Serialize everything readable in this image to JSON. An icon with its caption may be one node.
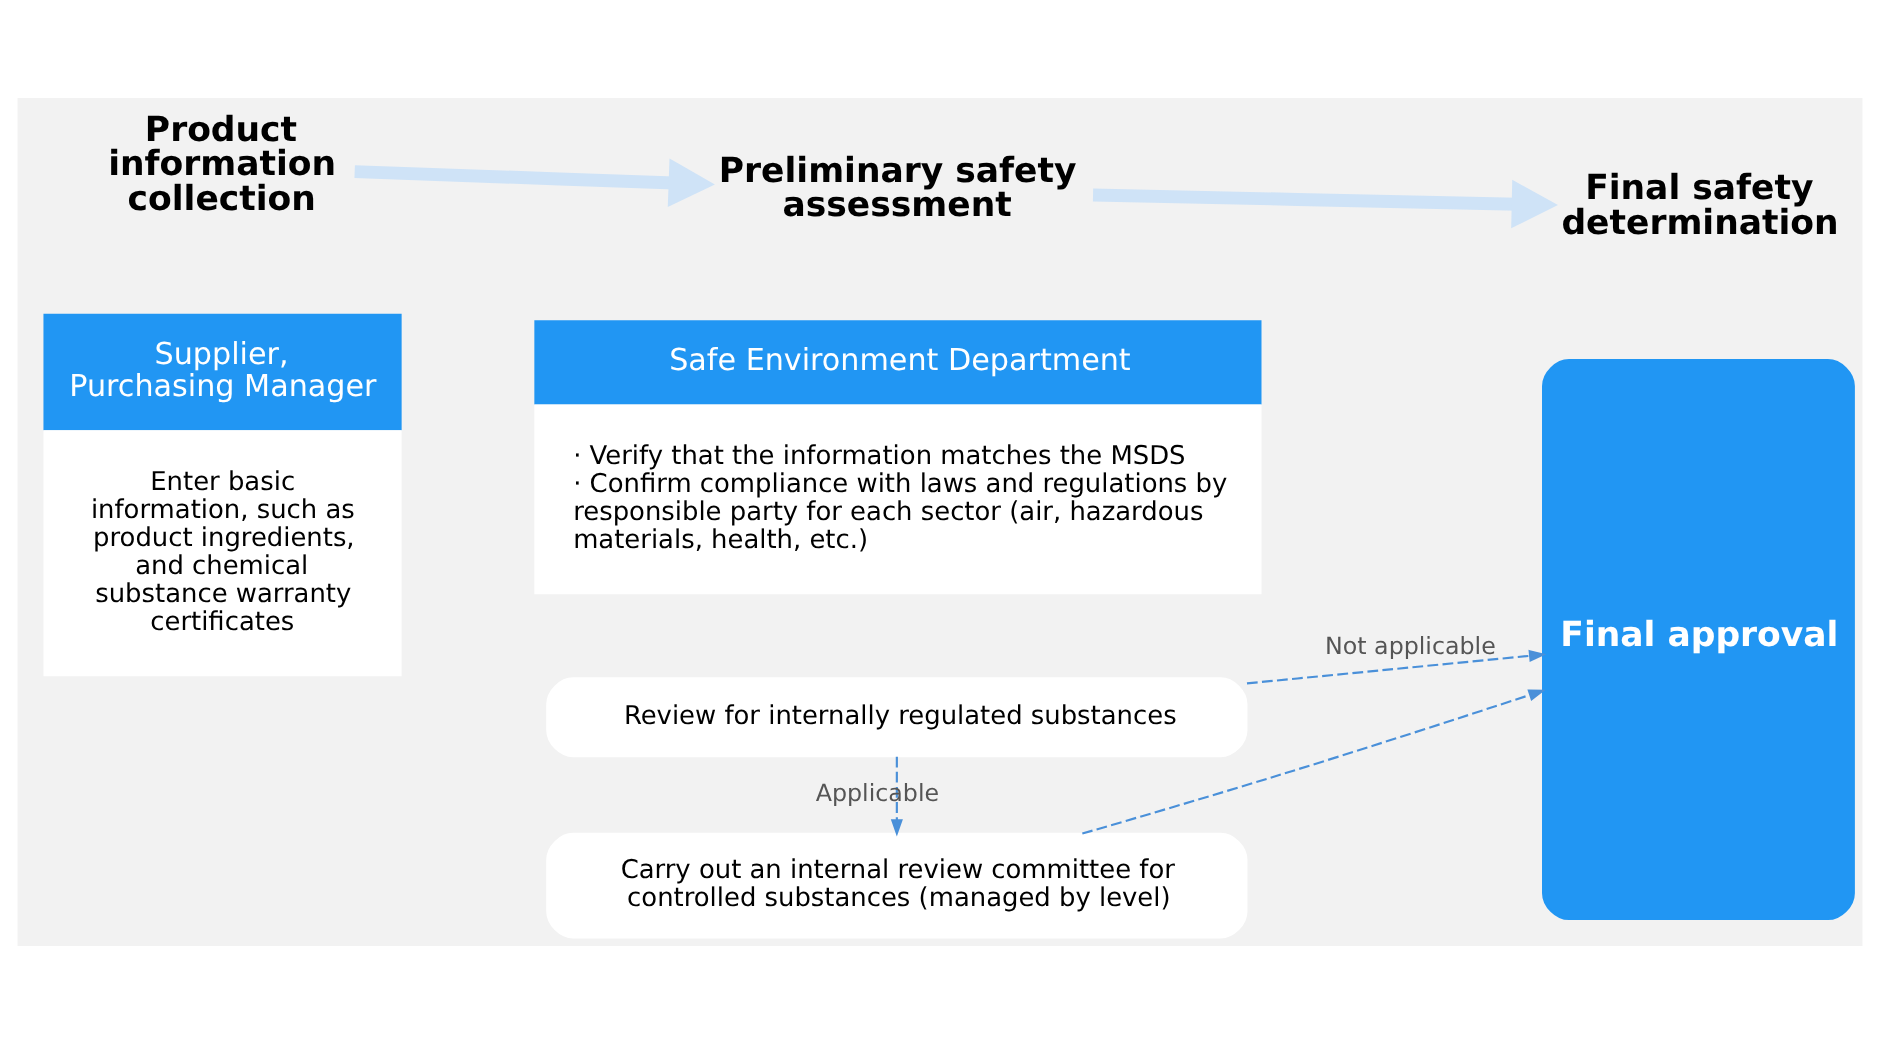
{
  "diagram": {
    "nodes": [
      {
        "text": [
          "Product information collection"
        ]
      },
      {
        "text": [
          "Preliminary safety assessment"
        ]
      },
      {
        "text": [
          "Final safety determination"
        ]
      },
      {
        "text": [
          "Supplier, Purchasing Manager",
          "Enter basic information, such as product ingredients, and chemical substance warranty certificates"
        ]
      },
      {
        "text": [
          "Safe Environment Department",
          "· Verify that the information matches the MSDS",
          "· Confirm compliance with laws and regulations by responsible party for each sector (air, hazardous materials, health, etc.)"
        ]
      },
      {
        "text": [
          "Review for internally regulated substances"
        ]
      },
      {
        "text": [
          "Carry out an internal review committee for controlled substances (managed by level)"
        ]
      },
      {
        "text": [
          "Final approval"
        ]
      }
    ],
    "edges": [
      {
        "from": 0,
        "to": 1,
        "arrow": "to",
        "style": "thick",
        "color": "#cfe3f7"
      },
      {
        "from": 1,
        "to": 2,
        "arrow": "to",
        "style": "thick",
        "color": "#cfe3f7"
      },
      {
        "from": 5,
        "to": 7,
        "arrow": "to",
        "label": "Not applicable",
        "style": "dashed"
      },
      {
        "from": 5,
        "to": 6,
        "arrow": "to",
        "label": "Applicable",
        "style": "dashed"
      },
      {
        "from": 6,
        "to": 7,
        "arrow": "to",
        "style": "dashed"
      }
    ]
  }
}
